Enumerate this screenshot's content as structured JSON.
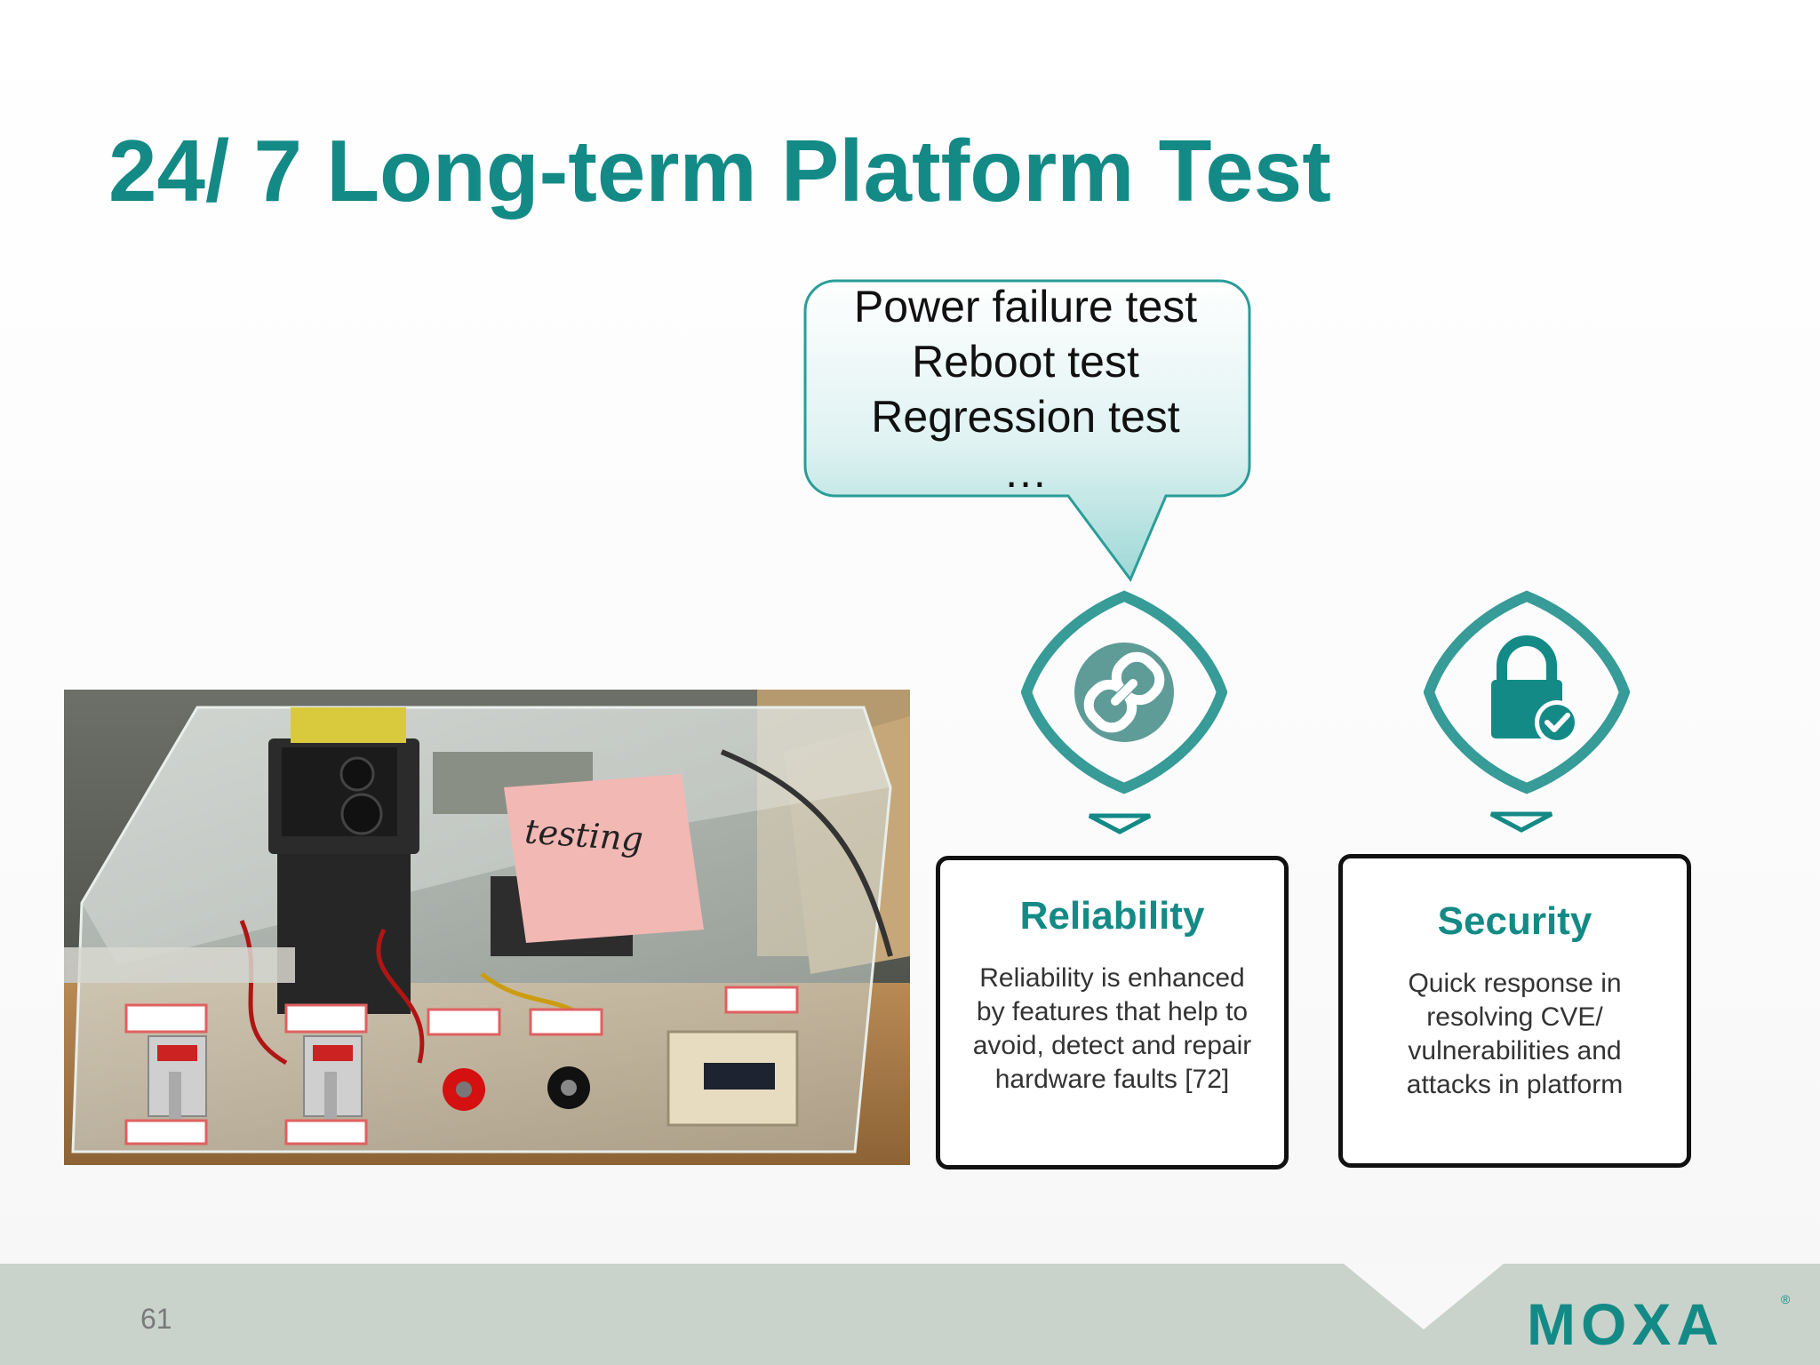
{
  "slide": {
    "title": "24/ 7 Long-term Platform Test",
    "page_number": "61"
  },
  "bubble": {
    "lines": [
      "Power failure test",
      "Reboot test",
      "Regression test",
      "…"
    ]
  },
  "photo": {
    "note_text": "testing"
  },
  "cards": [
    {
      "title": "Reliability",
      "icon": "link-icon",
      "body": [
        "Reliability is enhanced",
        "by features that help to",
        "avoid, detect and repair",
        "hardware faults [72]"
      ]
    },
    {
      "title": "Security",
      "icon": "lock-check-icon",
      "body": [
        "Quick response in",
        "resolving  CVE/",
        "vulnerabilities and",
        "attacks in platform"
      ]
    }
  ],
  "brand": {
    "logo": "MOXA",
    "reg": "®"
  },
  "colors": {
    "accent": "#148a86",
    "footer": "#c9d3cc"
  }
}
